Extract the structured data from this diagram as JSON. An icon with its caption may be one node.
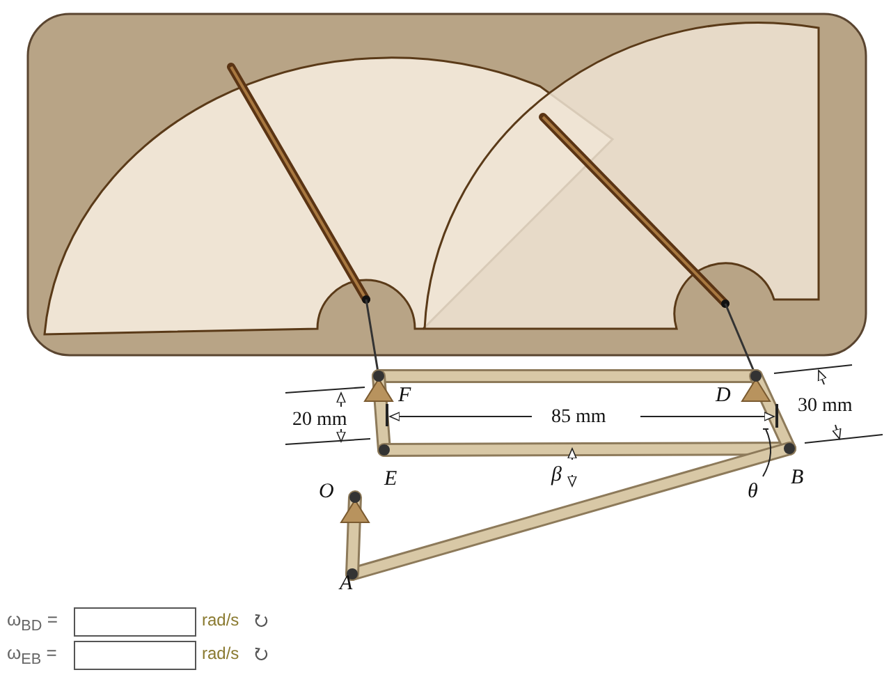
{
  "diagram": {
    "labels": [
      "F",
      "D",
      "30 mm",
      "20 mm",
      "85 mm",
      "O",
      "E",
      "β",
      "θ",
      "B",
      "A",
      "ω$_{BD}$ =",
      "rad/s",
      "ω$_{EB}$ =",
      "rad/s"
    ]
  }
}
